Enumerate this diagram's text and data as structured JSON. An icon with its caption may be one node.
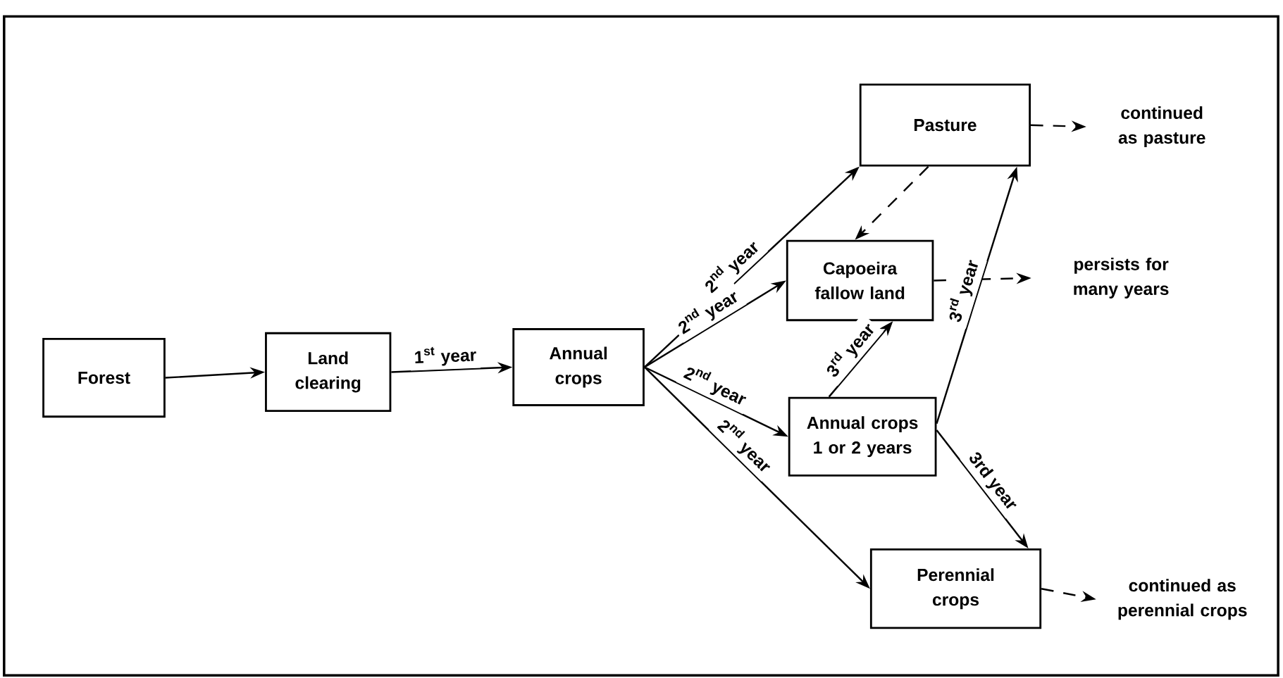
{
  "diagram": {
    "nodes": [
      {
        "text": [
          "Forest"
        ]
      },
      {
        "text": [
          "Land clearing"
        ]
      },
      {
        "text": [
          "Annual crops"
        ]
      },
      {
        "text": [
          "Pasture"
        ]
      },
      {
        "text": [
          "Capoeira fallow land"
        ]
      },
      {
        "text": [
          "Annual crops 1 or 2 years"
        ]
      },
      {
        "text": [
          "Perennial crops"
        ]
      },
      {
        "text": [
          "continued as pasture"
        ]
      },
      {
        "text": [
          "persists for many years"
        ]
      },
      {
        "text": [
          "continued as perennial crops"
        ]
      }
    ],
    "edges": [
      {
        "from": 0,
        "to": 1,
        "arrow": "to"
      },
      {
        "from": 1,
        "to": 2,
        "arrow": "to",
        "label": "1$^{st}$ year"
      },
      {
        "from": 2,
        "to": 3,
        "arrow": "to",
        "label": "2$^{nd}$ year"
      },
      {
        "from": 2,
        "to": 4,
        "arrow": "to",
        "label": "2$^{nd}$ year"
      },
      {
        "from": 2,
        "to": 5,
        "arrow": "to",
        "label": "2$^{nd}$ year"
      },
      {
        "from": 2,
        "to": 6,
        "arrow": "to",
        "label": "2$^{nd}$ year"
      },
      {
        "from": 3,
        "to": 4,
        "arrow": "to",
        "style": "dashed"
      },
      {
        "from": 5,
        "to": 4,
        "arrow": "to",
        "label": "3$^{rd}$ year"
      },
      {
        "from": 5,
        "to": 3,
        "arrow": "to",
        "label": "3$^{rd}$ year"
      },
      {
        "from": 5,
        "to": 6,
        "arrow": "to",
        "label": "3rd year"
      },
      {
        "from": 3,
        "to": 7,
        "arrow": "to",
        "style": "dashed"
      },
      {
        "from": 4,
        "to": 8,
        "arrow": "to",
        "style": "dashed"
      },
      {
        "from": 6,
        "to": 9,
        "arrow": "to",
        "style": "dashed"
      }
    ]
  }
}
